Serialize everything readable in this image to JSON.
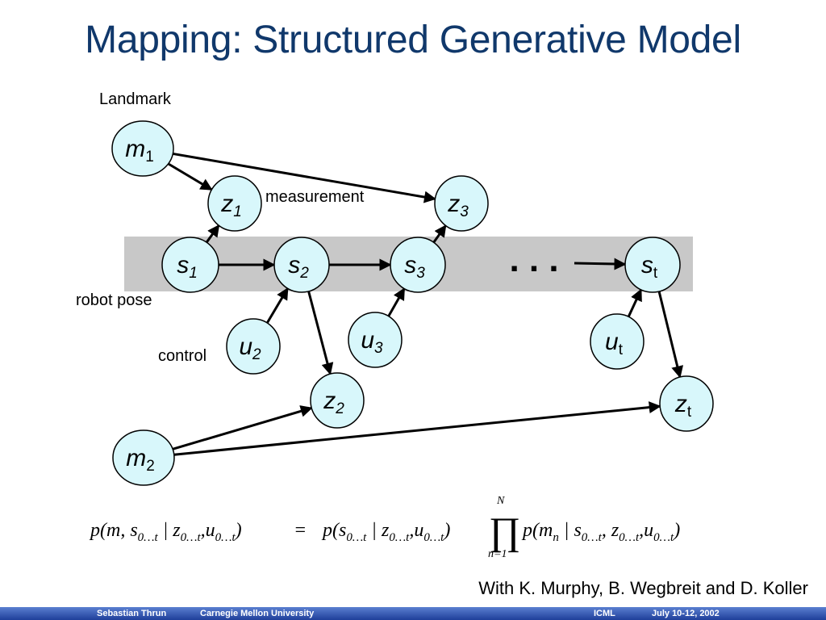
{
  "slide": {
    "title": "Mapping: Structured Generative Model"
  },
  "labels": {
    "landmark": "Landmark",
    "measurement": "measurement",
    "robot_pose": "robot pose",
    "control": "control"
  },
  "colors": {
    "title": "#10386b",
    "node_fill": "#d8f7fb",
    "band": "#c8c8c8",
    "footer": "#2f52b0"
  },
  "nodes": [
    {
      "id": "m1",
      "base": "m",
      "sub": "1",
      "italic_sub": false
    },
    {
      "id": "z1",
      "base": "z",
      "sub": "1",
      "italic_sub": true
    },
    {
      "id": "z3",
      "base": "z",
      "sub": "3",
      "italic_sub": true
    },
    {
      "id": "s1",
      "base": "s",
      "sub": "1",
      "italic_sub": true
    },
    {
      "id": "s2",
      "base": "s",
      "sub": "2",
      "italic_sub": true
    },
    {
      "id": "s3",
      "base": "s",
      "sub": "3",
      "italic_sub": true
    },
    {
      "id": "st",
      "base": "s",
      "sub": "t",
      "italic_sub": false
    },
    {
      "id": "u2",
      "base": "u",
      "sub": "2",
      "italic_sub": true
    },
    {
      "id": "u3",
      "base": "u",
      "sub": "3",
      "italic_sub": true
    },
    {
      "id": "ut",
      "base": "u",
      "sub": "t",
      "italic_sub": false
    },
    {
      "id": "z2",
      "base": "z",
      "sub": "2",
      "italic_sub": true
    },
    {
      "id": "zt",
      "base": "z",
      "sub": "t",
      "italic_sub": false
    },
    {
      "id": "m2",
      "base": "m",
      "sub": "2",
      "italic_sub": false
    }
  ],
  "edges": [
    {
      "from": "m1",
      "to": "z1"
    },
    {
      "from": "m1",
      "to": "z3"
    },
    {
      "from": "s1",
      "to": "z1"
    },
    {
      "from": "s3",
      "to": "z3"
    },
    {
      "from": "s1",
      "to": "s2"
    },
    {
      "from": "s2",
      "to": "s3"
    },
    {
      "from": "dots",
      "to": "st"
    },
    {
      "from": "u2",
      "to": "s2"
    },
    {
      "from": "u3",
      "to": "s3"
    },
    {
      "from": "ut",
      "to": "st"
    },
    {
      "from": "s2",
      "to": "z2"
    },
    {
      "from": "st",
      "to": "zt"
    },
    {
      "from": "m2",
      "to": "z2"
    },
    {
      "from": "m2",
      "to": "zt"
    }
  ],
  "ellipsis": ". . .",
  "formula": {
    "lhs_p": "p",
    "lhs_args": "m, s",
    "sub_range": "0…t",
    "bar": "|",
    "z": "z",
    "u": "u",
    "eq": "=",
    "prod_upper": "N",
    "prod_lower": "n=1",
    "prod_symbol": "∏",
    "rhs_m": "m",
    "rhs_m_sub": "n"
  },
  "credit": "With K. Murphy, B. Wegbreit and D. Koller",
  "footer": {
    "author": "Sebastian Thrun",
    "institution": "Carnegie Mellon University",
    "venue": "ICML",
    "date": "July 10-12, 2002"
  }
}
